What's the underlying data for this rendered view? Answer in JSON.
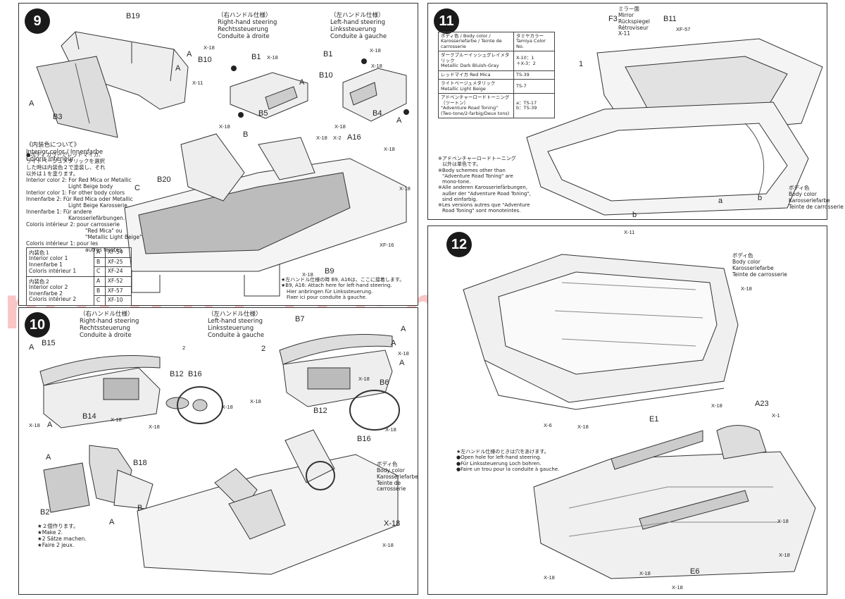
{
  "watermark": "modelarchiv.cz",
  "step9": {
    "number": "9",
    "parts": [
      "B19",
      "A",
      "A",
      "B3",
      "A",
      "X-18",
      "B10",
      "B1",
      "X-18",
      "X-11",
      "B5",
      "A",
      "X-18",
      "B1",
      "X-18",
      "B10",
      "X-18",
      "B4",
      "A",
      "X-18",
      "B",
      "C",
      "B20",
      "X-18",
      "X-2",
      "A16",
      "X-18",
      "X-18",
      "XF-16",
      "X-18",
      "B9"
    ],
    "rhd": [
      "（右ハンドル仕様）",
      "Right-hand steering",
      "Rechtssteuerung",
      "Conduite à droite"
    ],
    "lhd": [
      "（左ハンドル仕様）",
      "Left-hand steering",
      "Linkssteuerung",
      "Conduite à gauche"
    ],
    "interior_title": [
      "《内装色について》",
      "Interior color / Innenfarbe",
      "Coloris intérieur"
    ],
    "interior_notes": [
      "●ボディカラーでレッドマイカ、",
      "ライトベージュメタリックを選択",
      "した時は内装色２で塗装し、それ",
      "以外は１を塗ります。",
      "Interior color 2: For Red Mica or Metallic",
      "Light Beige body",
      "Interior color 1: For other body colors",
      "Innenfarbe 2: Für Red Mica oder Metallic",
      "Light Beige Karosserie",
      "Innenfarbe 1: Für andere",
      "Karosseriefärbungen.",
      "Coloris intérieur 2: pour carrosserie",
      "\"Red Mica\" ou",
      "\"Metallic Light Beige\".",
      "Coloris intérieur 1: pour les",
      "autres teintes."
    ],
    "color1": {
      "label": [
        "内装色１",
        "Interior color 1",
        "Innenfarbe 1",
        "Coloris intérieur 1"
      ],
      "rows": [
        [
          "A",
          "XF-54"
        ],
        [
          "B",
          "XF-25"
        ],
        [
          "C",
          "XF-24"
        ]
      ]
    },
    "color2": {
      "label": [
        "内装色２",
        "Interior color 2",
        "Innenfarbe 2",
        "Coloris intérieur 2"
      ],
      "rows": [
        [
          "A",
          "XF-52"
        ],
        [
          "B",
          "XF-57"
        ],
        [
          "C",
          "XF-10"
        ]
      ]
    },
    "note": [
      "★左ハンドル仕様の時 B9, A16は、ここに接着します。",
      "★B9, A16: Attach here for left-hand steering.",
      "Hier anbringen für Linkssteuerung.",
      "Fixer ici pour conduite à gauche."
    ]
  },
  "step10": {
    "number": "10",
    "rhd": [
      "（右ハンドル仕様）",
      "Right-hand steering",
      "Rechtssteuerung",
      "Conduite à droite"
    ],
    "lhd": [
      "（左ハンドル仕様）",
      "Left-hand steering",
      "Linkssteuerung",
      "Conduite à gauche"
    ],
    "parts": [
      "A",
      "B15",
      "2",
      "B12",
      "B16",
      "X-18",
      "X-18",
      "A",
      "B14",
      "X-18",
      "X-18",
      "B7",
      "A",
      "2",
      "A",
      "X-18",
      "A",
      "X-18",
      "B6",
      "X-18",
      "B12",
      "X-18",
      "B16",
      "A",
      "B18",
      "B2",
      "B",
      "A",
      "X-18",
      "X-18"
    ],
    "body_color": [
      "ボディ色",
      "Body color",
      "Karosseriefarbe",
      "Teinte de",
      "carrosserie"
    ],
    "make2": [
      "★２個作ります。",
      "★Make 2.",
      "★2 Sätze machen.",
      "★Faire 2 jeux."
    ]
  },
  "step11": {
    "number": "11",
    "table_header": [
      "ボディ色 / Body color / Karosseriefarbe / Teinte de carrosserie",
      "タミヤカラー Tamiya Color No."
    ],
    "table_rows": [
      [
        "ダークブルーイッシュグレイメタリック",
        "Metallic Dark Bluish-Gray",
        "X-10：1",
        "＋X-3：2"
      ],
      [
        "レッドマイカ Red Mica",
        "",
        "TS-39",
        ""
      ],
      [
        "ライトベージュメタリック",
        "Metallic Light Beige",
        "TS-7",
        ""
      ],
      [
        "アドベンチャーロードトーニング（ツートン）",
        "\"Adventure Road Toning\"",
        "(Two-tone/2-farbig/Deux tons)",
        "a：TS-17",
        "b：TS-39"
      ]
    ],
    "mirror": [
      "ミラー面",
      "Mirror",
      "Rückspiegel",
      "Rétroviseur",
      "X-11"
    ],
    "parts": [
      "F3",
      "B11",
      "XF-57",
      "1",
      "a",
      "b",
      "b"
    ],
    "notes": [
      "※アドベンチャーロードトーニング",
      "以外は単色です。",
      "※Body schemes other than",
      "\"Adventure Road Toning\" are",
      "mono-tone.",
      "※Alle anderen Karosseriefärbungen,",
      "außer der \"Adventure Road Toning\",",
      "sind einfarbig.",
      "※Les versions autres que \"Adventure",
      "Road Toning\" sont monoteintes."
    ],
    "body_color": [
      "ボディ色",
      "Body color",
      "Karosseriefarbe",
      "Teinte de carrosserie"
    ]
  },
  "step12": {
    "number": "12",
    "body_color": [
      "ボディ色",
      "Body color",
      "Karosseriefarbe",
      "Teinte de carrosserie"
    ],
    "parts": [
      "X-11",
      "X-18",
      "X-6",
      "X-18",
      "E1",
      "X-18",
      "A23",
      "X-1",
      "X-18",
      "X-18",
      "E6",
      "X-18",
      "X-18",
      "X-18"
    ],
    "note": [
      "★左ハンドル仕様のときは穴をあけます。",
      "●Open hole for left-hand steering.",
      "●Für Linkssteuerung Loch bohren.",
      "●Faire un trou pour la conduite à gauche."
    ]
  }
}
